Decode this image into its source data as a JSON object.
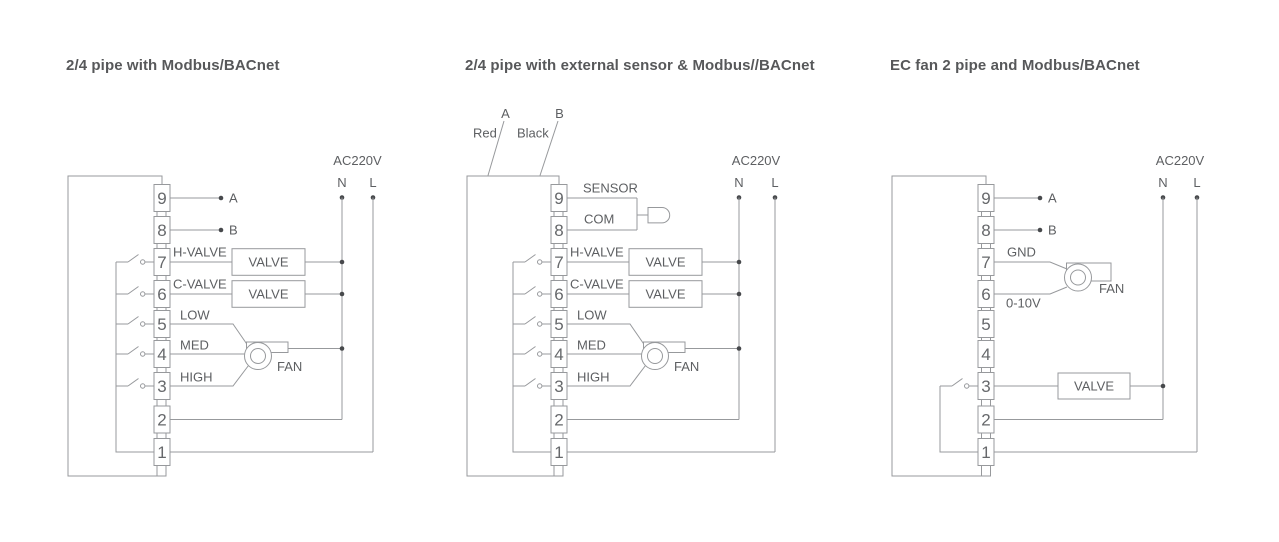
{
  "diagrams": [
    {
      "title": "2/4 pipe with Modbus/BACnet",
      "power": {
        "label": "AC220V",
        "neutral": "N",
        "live": "L"
      },
      "terminals": [
        "9",
        "8",
        "7",
        "6",
        "5",
        "4",
        "3",
        "2",
        "1"
      ],
      "comm": {
        "a": "A",
        "b": "B"
      },
      "rows": {
        "heat_valve": "H-VALVE",
        "cool_valve": "C-VALVE",
        "low": "LOW",
        "med": "MED",
        "high": "HIGH"
      },
      "components": {
        "heat_valve_box": "VALVE",
        "cool_valve_box": "VALVE",
        "fan": "FAN"
      }
    },
    {
      "title": "2/4 pipe with external sensor & Modbus//BACnet",
      "power": {
        "label": "AC220V",
        "neutral": "N",
        "live": "L"
      },
      "terminals": [
        "9",
        "8",
        "7",
        "6",
        "5",
        "4",
        "3",
        "2",
        "1"
      ],
      "comm": {
        "a": "A",
        "b": "B",
        "red": "Red",
        "black": "Black"
      },
      "rows": {
        "sensor": "SENSOR",
        "com": "COM",
        "heat_valve": "H-VALVE",
        "cool_valve": "C-VALVE",
        "low": "LOW",
        "med": "MED",
        "high": "HIGH"
      },
      "components": {
        "heat_valve_box": "VALVE",
        "cool_valve_box": "VALVE",
        "fan": "FAN"
      }
    },
    {
      "title": "EC fan 2 pipe and Modbus/BACnet",
      "power": {
        "label": "AC220V",
        "neutral": "N",
        "live": "L"
      },
      "terminals": [
        "9",
        "8",
        "7",
        "6",
        "5",
        "4",
        "3",
        "2",
        "1"
      ],
      "comm": {
        "a": "A",
        "b": "B"
      },
      "rows": {
        "gnd": "GND",
        "analog": "0-10V"
      },
      "components": {
        "valve_box": "VALVE",
        "fan": "FAN"
      }
    }
  ]
}
